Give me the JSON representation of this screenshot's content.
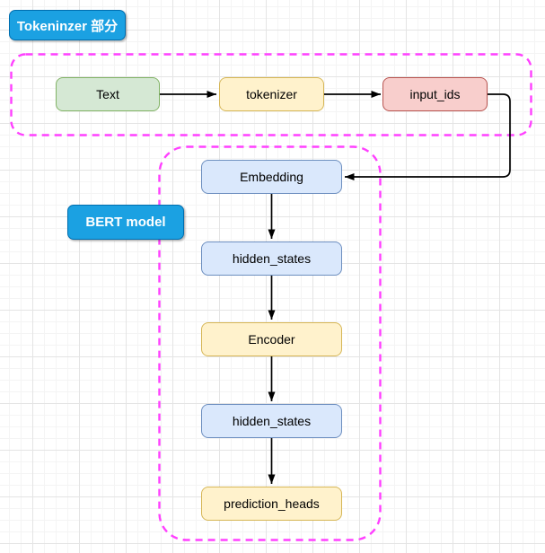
{
  "diagram": {
    "section_labels": {
      "tokenizer": "Tokeninzer 部分",
      "bert": "BERT model"
    },
    "tokenizer_group": {
      "nodes": [
        {
          "label": "Text",
          "color": "green"
        },
        {
          "label": "tokenizer",
          "color": "yellow"
        },
        {
          "label": "input_ids",
          "color": "red"
        }
      ]
    },
    "bert_group": {
      "nodes": [
        {
          "label": "Embedding",
          "color": "blue"
        },
        {
          "label": "hidden_states",
          "color": "blue"
        },
        {
          "label": "Encoder",
          "color": "yellow"
        },
        {
          "label": "hidden_states",
          "color": "blue"
        },
        {
          "label": "prediction_heads",
          "color": "yellow"
        }
      ]
    },
    "colors": {
      "section_label_fill": "#1ba1e2",
      "section_label_border": "#006eaf",
      "green_fill": "#d5e8d4",
      "green_border": "#82b366",
      "yellow_fill": "#fff2cc",
      "yellow_border": "#d6b656",
      "red_fill": "#f8cecc",
      "red_border": "#b85450",
      "blue_fill": "#dae8fc",
      "blue_border": "#6c8ebf",
      "group_frame": "#ff40ff",
      "arrow": "#000000"
    }
  }
}
